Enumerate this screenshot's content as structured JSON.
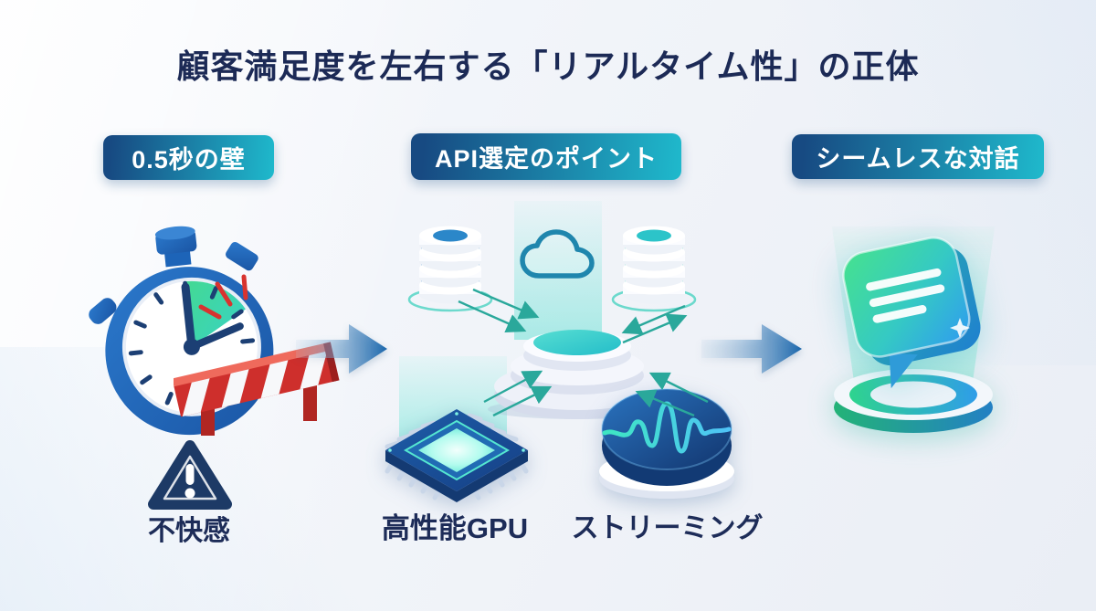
{
  "title": "顧客満足度を左右する「リアルタイム性」の正体",
  "badges": {
    "left": "0.5秒の壁",
    "middle": "API選定のポイント",
    "right": "シームレスな対話"
  },
  "captions": {
    "discomfort": "不快感",
    "gpu": "高性能GPU",
    "streaming": "ストリーミング"
  },
  "icons": {
    "left_main": "stopwatch-barrier-icon",
    "left_warning": "warning-triangle-icon",
    "middle_database_left": "database-icon",
    "middle_cloud": "cloud-icon",
    "middle_database_right": "database-icon",
    "middle_pedestal": "pedestal-icon",
    "middle_gpu": "gpu-chip-icon",
    "middle_waveform": "waveform-disc-icon",
    "right_chat": "chat-bubble-icon",
    "flow_arrows": "flow-arrow-icon"
  },
  "colors": {
    "title_text": "#1c2a56",
    "badge_gradient_start": "#174a82",
    "badge_gradient_end": "#1fb9cc",
    "caption_text": "#1d2c58",
    "flow_arrow": "#1865ab",
    "teal_accent": "#2fc7c9",
    "green_accent": "#3fdc8f",
    "blue_accent": "#1d64b8",
    "red_accent": "#cf2e2c"
  }
}
